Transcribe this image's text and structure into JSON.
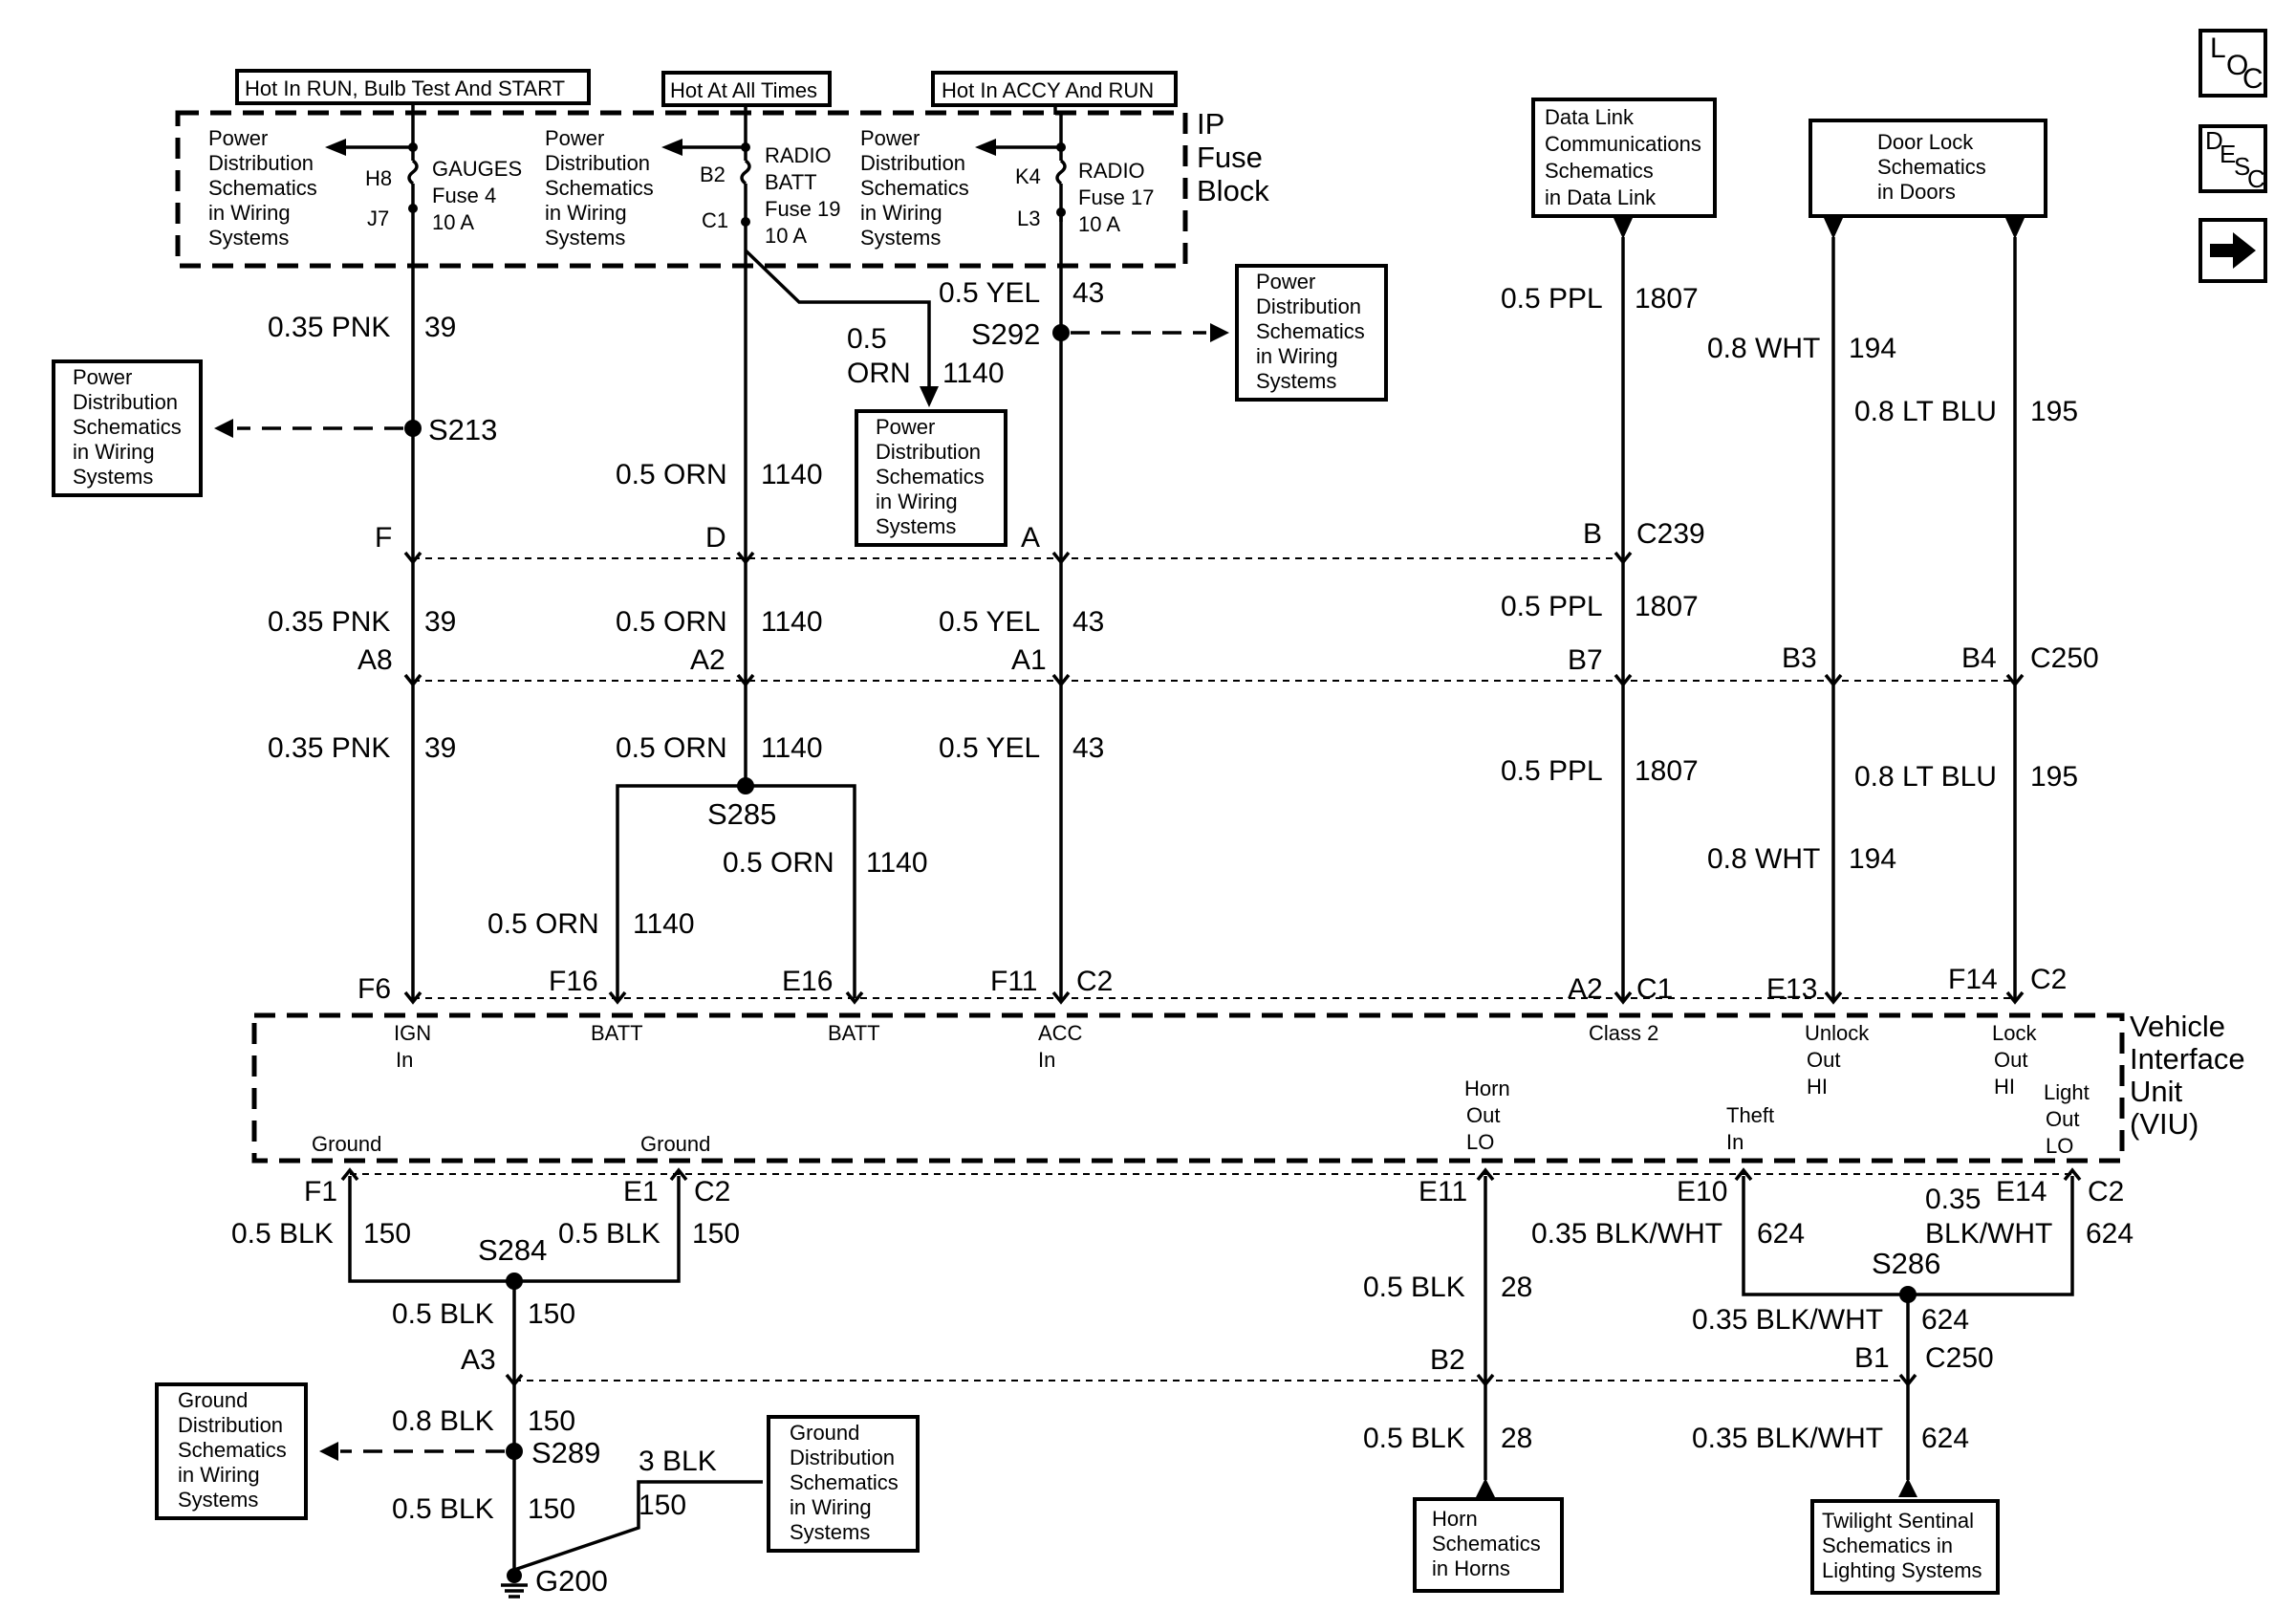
{
  "nav": {
    "loc": [
      "L",
      "O",
      "C"
    ],
    "desc": [
      "D",
      "E",
      "S",
      "C"
    ],
    "next_icon": "right-arrow-icon"
  },
  "fuse_block": {
    "title": [
      "IP",
      "Fuse",
      "Block"
    ],
    "headers": [
      "Hot In RUN, Bulb Test And START",
      "Hot At All Times",
      "Hot In ACCY And RUN"
    ],
    "fuses": [
      {
        "in_pin": "H8",
        "out_pin": "J7",
        "label": [
          "GAUGES",
          "Fuse 4",
          "10 A"
        ]
      },
      {
        "in_pin": "B2",
        "out_pin": "C1",
        "label": [
          "RADIO",
          "BATT",
          "Fuse 19",
          "10 A"
        ]
      },
      {
        "in_pin": "K4",
        "out_pin": "L3",
        "label": [
          "RADIO",
          "Fuse 17",
          "10 A"
        ]
      }
    ],
    "power_distribution_text": [
      "Power",
      "Distribution",
      "Schematics",
      "in Wiring",
      "Systems"
    ]
  },
  "ref_boxes": {
    "power_distribution": [
      "Power",
      "Distribution",
      "Schematics",
      "in Wiring",
      "Systems"
    ],
    "data_link": [
      "Data Link",
      "Communications",
      "Schematics",
      "in Data Link"
    ],
    "door_lock": [
      "Door Lock",
      "Schematics",
      "in Doors"
    ],
    "ground_distribution": [
      "Ground",
      "Distribution",
      "Schematics",
      "in Wiring",
      "Systems"
    ],
    "horn": [
      "Horn",
      "Schematics",
      "in Horns"
    ],
    "twilight": [
      "Twilight Sentinal",
      "Schematics in",
      "Lighting Systems"
    ]
  },
  "wires": {
    "pnk": {
      "color": "0.35 PNK",
      "circuit": "39"
    },
    "orn": {
      "color": "0.5 ORN",
      "circuit": "1140"
    },
    "orn_split": {
      "color": [
        "0.5",
        "ORN"
      ],
      "circuit": "1140"
    },
    "yel": {
      "color": "0.5 YEL",
      "circuit": "43"
    },
    "ppl": {
      "color": "0.5 PPL",
      "circuit": "1807"
    },
    "wht": {
      "color": "0.8 WHT",
      "circuit": "194"
    },
    "ltblu": {
      "color": "0.8 LT BLU",
      "circuit": "195"
    },
    "blk05": {
      "color": "0.5 BLK",
      "circuit": "150"
    },
    "blk08": {
      "color": "0.8 BLK",
      "circuit": "150"
    },
    "blk3": {
      "color": "3 BLK",
      "circuit": "150"
    },
    "horn_blk": {
      "color": "0.5 BLK",
      "circuit": "28"
    },
    "blkwht": {
      "color": "0.35 BLK/WHT",
      "circuit": "624"
    },
    "blkwht_split": {
      "color": [
        "0.35",
        "BLK/WHT"
      ],
      "circuit": "624"
    }
  },
  "splices": {
    "s213": "S213",
    "s292": "S292",
    "s285": "S285",
    "s284": "S284",
    "s286": "S286",
    "s289": "S289"
  },
  "ground": "G200",
  "connectors": {
    "c239": "C239",
    "c250": "C250",
    "c1": "C1",
    "c2": "C2"
  },
  "pins": {
    "F": "F",
    "D": "D",
    "A": "A",
    "B": "B",
    "A8": "A8",
    "A2": "A2",
    "A1": "A1",
    "B7": "B7",
    "B3": "B3",
    "B4": "B4",
    "F6": "F6",
    "F16": "F16",
    "E16": "E16",
    "F11": "F11",
    "A2b": "A2",
    "E13": "E13",
    "F14": "F14",
    "F1": "F1",
    "E1": "E1",
    "E11": "E11",
    "E10": "E10",
    "E14": "E14",
    "A3": "A3",
    "B2": "B2",
    "B1": "B1"
  },
  "viu": {
    "title": [
      "Vehicle",
      "Interface",
      "Unit",
      "(VIU)"
    ],
    "ign_in": [
      "IGN",
      "In"
    ],
    "batt": "BATT",
    "acc_in": [
      "ACC",
      "In"
    ],
    "class2": "Class 2",
    "unlock": [
      "Unlock",
      "Out",
      "HI"
    ],
    "lock": [
      "Lock",
      "Out",
      "HI"
    ],
    "ground": "Ground",
    "horn_out": [
      "Horn",
      "Out",
      "LO"
    ],
    "theft_in": [
      "Theft",
      "In"
    ],
    "light_out": [
      "Light",
      "Out",
      "LO"
    ]
  }
}
